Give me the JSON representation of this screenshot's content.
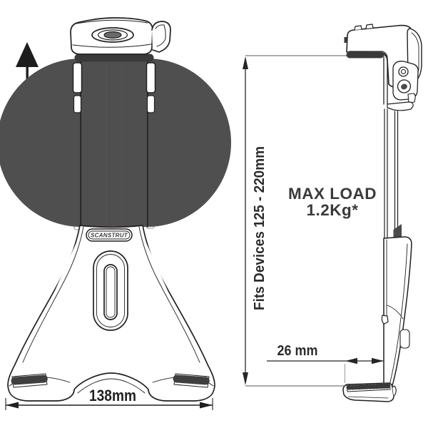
{
  "colors": {
    "line": "#231f20",
    "ghost": "#b5b5b5",
    "dimension_line": "#262626",
    "extension_line": "#909090",
    "rib_fill": "#4f4f4f",
    "background": "#ffffff",
    "label_text": "#3a3a3a"
  },
  "front_view": {
    "brand_badge": "SCANSTRUT"
  },
  "dimensions": {
    "base_width": "138mm",
    "device_range": "Fits Devices 125 - 220mm",
    "lip_depth": "26 mm"
  },
  "max_load": {
    "line1": "MAX LOAD",
    "line2": "1.2Kg*"
  }
}
